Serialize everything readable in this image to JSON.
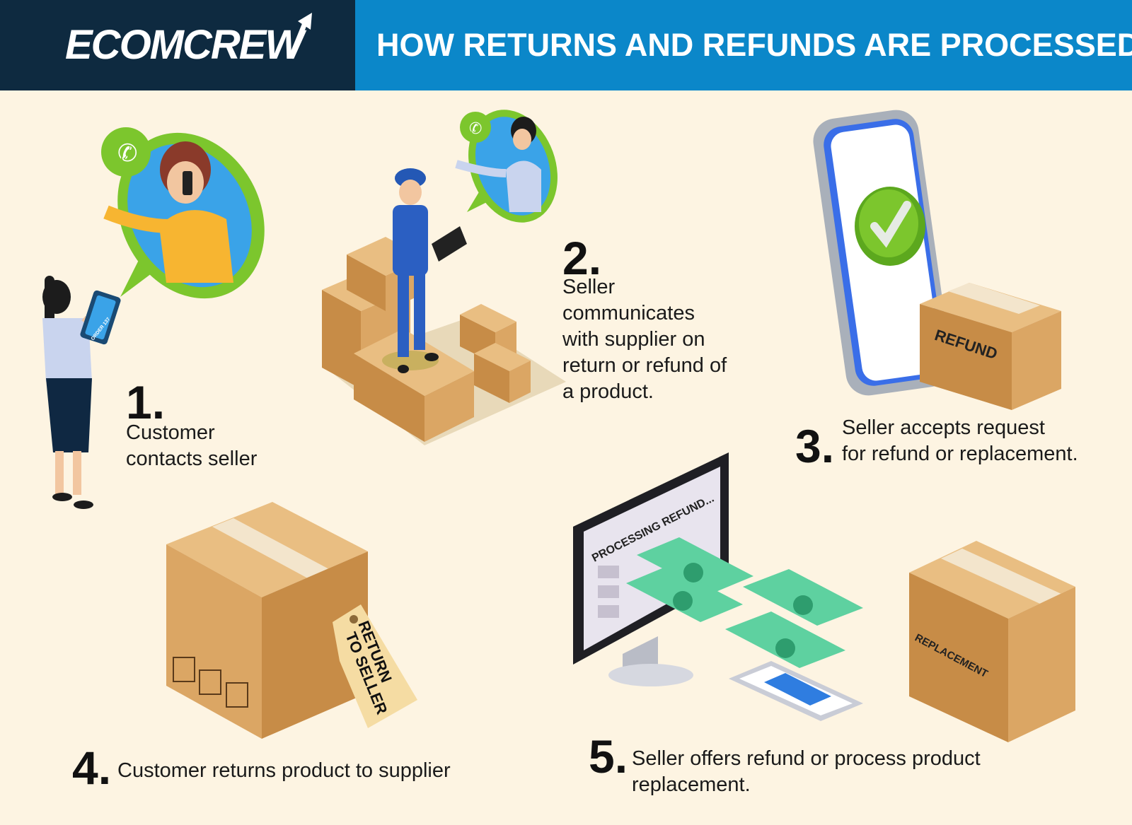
{
  "header": {
    "logo": "ECOMCREW",
    "title": "HOW RETURNS AND REFUNDS ARE PROCESSED"
  },
  "steps": [
    {
      "number": "1.",
      "text_lines": [
        "Customer",
        "contacts seller"
      ]
    },
    {
      "number": "2.",
      "text_lines": [
        "Seller",
        "communicates",
        "with supplier on",
        "return or refund of",
        "a product."
      ]
    },
    {
      "number": "3.",
      "text_lines": [
        "Seller accepts request",
        "for refund or replacement."
      ]
    },
    {
      "number": "4.",
      "text_lines": [
        "Customer returns product to supplier"
      ]
    },
    {
      "number": "5.",
      "text_lines": [
        "Seller offers refund or process product",
        "replacement."
      ]
    }
  ],
  "illustration_labels": {
    "tablet": "ORDER 137",
    "refund_box": "REFUND",
    "return_tag_line1": "RETURN",
    "return_tag_line2": "TO SELLER",
    "monitor": "PROCESSING REFUND...",
    "replacement_box": "REPLACEMENT"
  },
  "colors": {
    "background": "#fdf4e2",
    "logo_panel": "#0e2a40",
    "title_panel": "#0b87c9",
    "box": "#d9a461",
    "accent_green": "#7cc62d"
  }
}
